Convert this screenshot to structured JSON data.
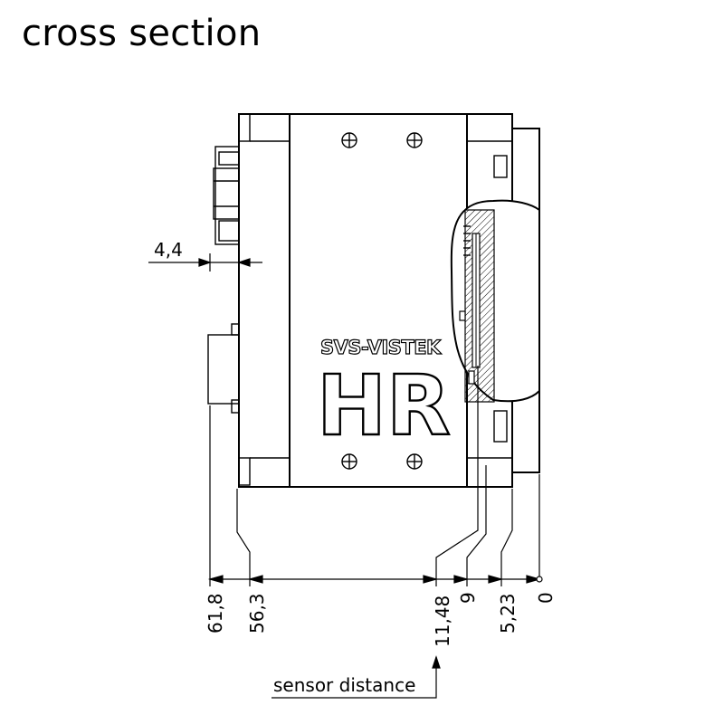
{
  "title": "cross section",
  "branding": {
    "brand": "SVS-VISTEK",
    "model": "HR"
  },
  "dimensions": {
    "offset_top": "4,4",
    "d_61_8": "61,8",
    "d_56_3": "56,3",
    "d_11_48": "11,48",
    "d_9": "9",
    "d_5_23": "5,23",
    "d_0": "0"
  },
  "sensor_label": "sensor distance"
}
